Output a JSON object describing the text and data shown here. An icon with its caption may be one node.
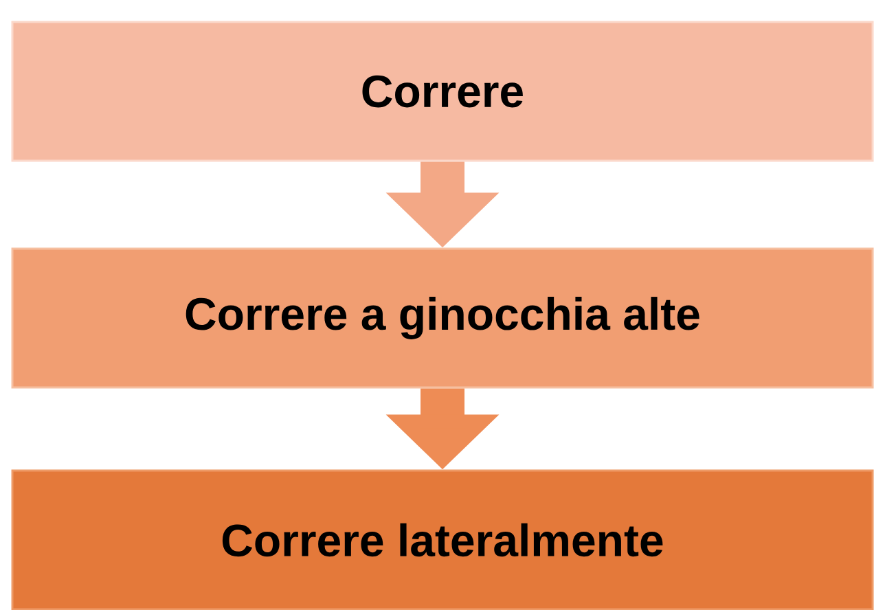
{
  "diagram": {
    "nodes": [
      {
        "text": [
          "Correre"
        ]
      },
      {
        "text": [
          "Correre a ginocchia alte"
        ]
      },
      {
        "text": [
          "Correre lateralmente"
        ]
      }
    ],
    "edges": [
      {
        "from": 0,
        "to": 1,
        "arrow": "to"
      },
      {
        "from": 1,
        "to": 2,
        "arrow": "to"
      }
    ]
  }
}
